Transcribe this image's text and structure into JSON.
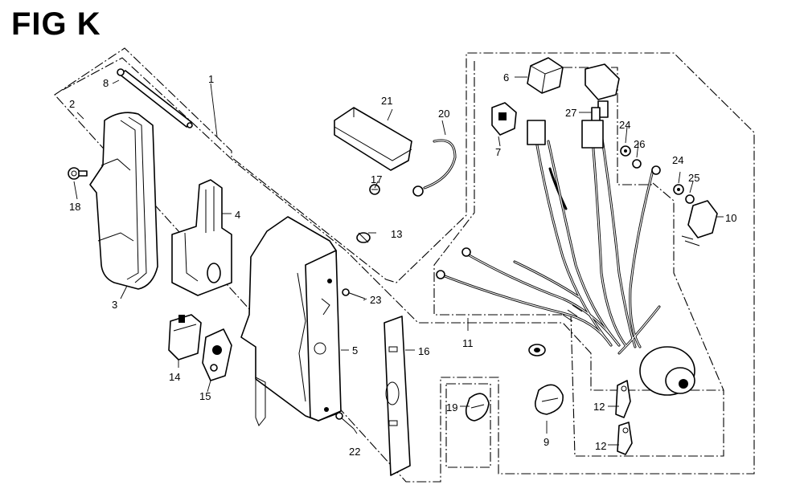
{
  "figure": {
    "title": "FIG K"
  },
  "callouts": {
    "c1": "1",
    "c2": "2",
    "c3": "3",
    "c4": "4",
    "c5": "5",
    "c6": "6",
    "c7": "7",
    "c8": "8",
    "c9": "9",
    "c10": "10",
    "c11": "11",
    "c12a": "12",
    "c12b": "12",
    "c13": "13",
    "c14": "14",
    "c15": "15",
    "c16": "16",
    "c17": "17",
    "c18": "18",
    "c19": "19",
    "c20": "20",
    "c21": "21",
    "c22": "22",
    "c23": "23",
    "c24a": "24",
    "c24b": "24",
    "c25": "25",
    "c26": "26",
    "c27": "27"
  }
}
